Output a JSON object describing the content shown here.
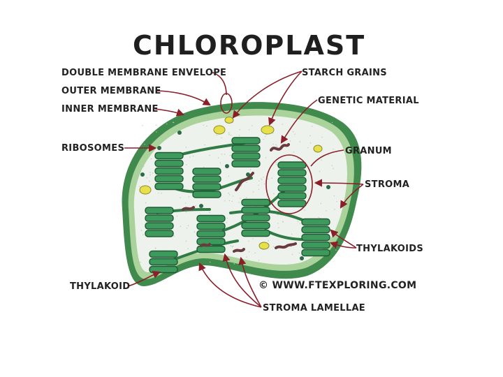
{
  "title": "CHLOROPLAST",
  "labels": {
    "double_membrane_envelope": "DOUBLE MEMBRANE ENVELOPE",
    "outer_membrane": "OUTER MEMBRANE",
    "inner_membrane": "INNER MEMBRANE",
    "ribosomes": "RIBOSOMES",
    "thylakoid": "THYLAKOID",
    "starch_grains": "STARCH GRAINS",
    "genetic_material": "GENETIC MATERIAL",
    "granum": "GRANUM",
    "stroma": "STROMA",
    "thylakoids": "THYLAKOIDS",
    "stroma_lamellae": "STROMA LAMELLAE"
  },
  "copyright": "© WWW.FTEXPLORING.COM",
  "colors": {
    "outer_membrane": "#3f8a4c",
    "inner_membrane": "#a9d39a",
    "stroma": "#eef2ec",
    "granum": "#3e9a5c",
    "granum_dark": "#1e5a33",
    "starch": "#e8e04a",
    "dna": "#6b3a3f",
    "leader": "#8a1f2a"
  }
}
